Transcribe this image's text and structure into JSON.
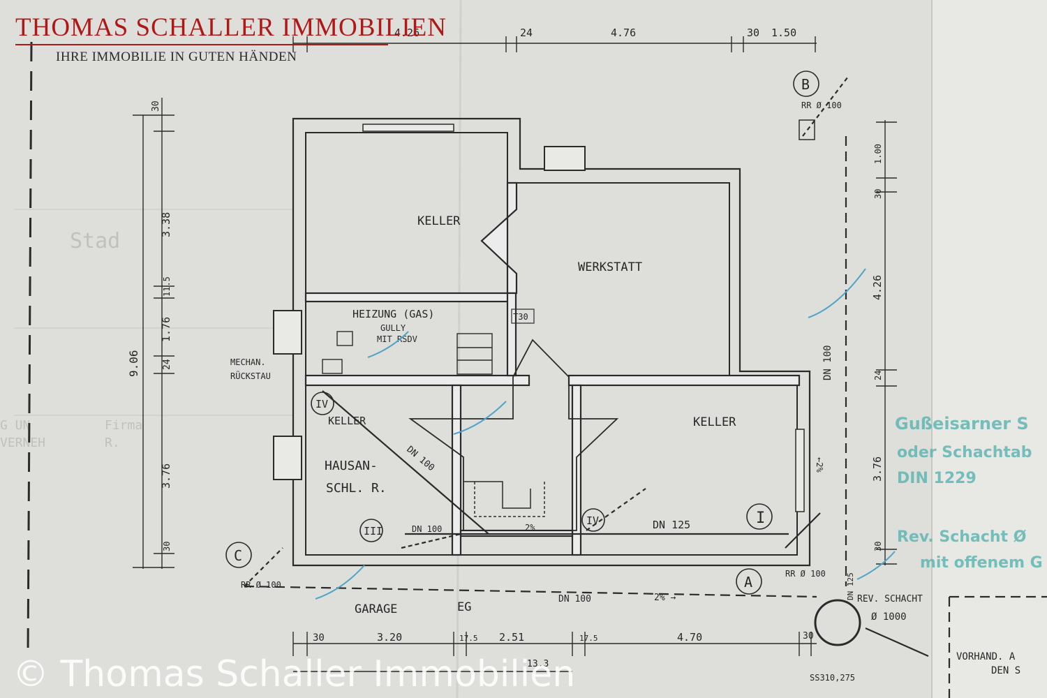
{
  "brand": {
    "title": "Thomas Schaller Immobilien",
    "tagline": "Ihre Immobilie in guten Händen",
    "copyright": "© Thomas Schaller Immobilien",
    "title_color": "#b01818"
  },
  "plan": {
    "rooms": {
      "keller_nw": "KELLER",
      "werkstatt": "WERKSTATT",
      "heizung": "HEIZUNG (GAS)",
      "gully": "GULLY",
      "mit_rsdv": "MIT RSDV",
      "keller_sw": "KELLER",
      "hausan_1": "HAUSAN-",
      "hausan_2": "SCHL. R.",
      "keller_se": "KELLER",
      "garage": "GARAGE",
      "eg": "EG"
    },
    "labels": {
      "mechan": "MECHAN.",
      "rueckstau": "RÜCKSTAU",
      "t30": "T30",
      "dn100_diag": "DN 100",
      "dn100_bottom": "DN 100",
      "dn100_left": "DN 100",
      "dn100_vert": "DN 100",
      "dn125": "DN 125",
      "dn125_vert": "DN 125",
      "slope_1": "2%",
      "slope_2": "2% →",
      "slope_3": "←2%",
      "rr_b": "RR Ø 100",
      "rr_a": "RR Ø 100",
      "rr_c": "RR Ø 100",
      "rev_schacht": "REV. SCHACHT",
      "rev_dia": "Ø 1000",
      "vorhand": "VORHAND. A",
      "den_s": "DEN S",
      "ss": "SS310,275"
    },
    "markers": {
      "a": "A",
      "b": "B",
      "c": "C",
      "i": "I",
      "iii": "III",
      "iv_1": "IV",
      "iv_2": "IV"
    },
    "dims_top": {
      "d1": "4.26",
      "d2": "24",
      "d3": "4.76",
      "d4": "30",
      "d5": "1.50"
    },
    "dims_left": {
      "d1": "30",
      "d2": "3.38",
      "d3": "11.5",
      "d4": "1.76",
      "d5": "24",
      "d6": "3.76",
      "d7": "30",
      "total": "9.06"
    },
    "dims_right": {
      "d1": "1.00",
      "d2": "30",
      "d3": "4.26",
      "d4": "24",
      "d5": "3.76",
      "d6": "30"
    },
    "dims_bottom": {
      "d1": "30",
      "d2": "3.20",
      "d3": "17.5",
      "d4": "2.51",
      "d5": "17.5",
      "d6": "4.70",
      "d7": "30",
      "total": "13.3"
    },
    "stamp": {
      "line1": "Gußeisarner S",
      "line2": "oder Schachtab",
      "line3": "DIN 1229",
      "line4": "Rev. Schacht Ø",
      "line5": "mit offenem G"
    },
    "form_ghost": {
      "g1": "Stad",
      "g2": "G UN",
      "g3": "VERNEH",
      "g4": "Firma",
      "g5": "R."
    }
  }
}
